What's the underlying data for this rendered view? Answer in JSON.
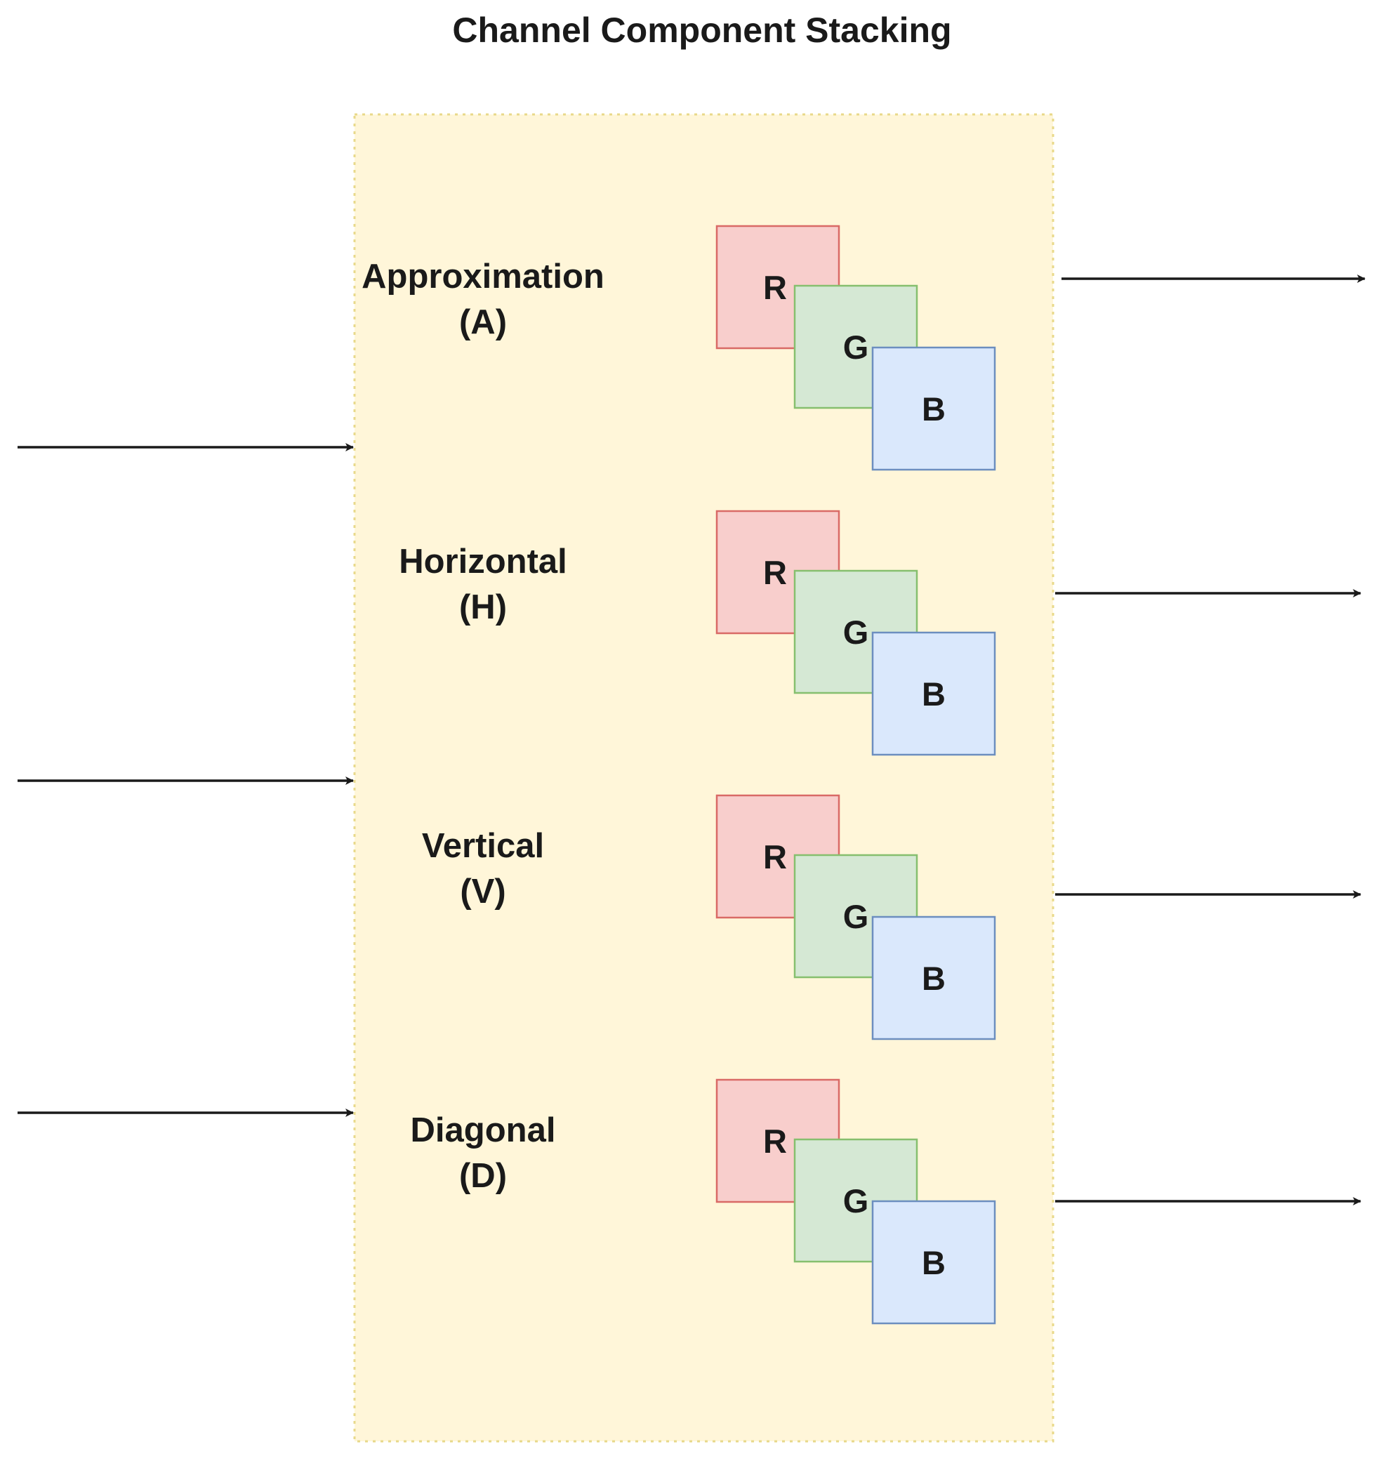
{
  "title": "Channel Component Stacking",
  "colors": {
    "panel_fill": "#fff6d9",
    "panel_border": "#e8d98a",
    "arrow": "#1a1a1a",
    "red_fill": "#f8cecc",
    "red_border": "#d96a66",
    "green_fill": "#d5e8d4",
    "green_border": "#86bf6e",
    "blue_fill": "#dae8fc",
    "blue_border": "#6c8ebf"
  },
  "components": [
    {
      "name": "Approximation",
      "abbr": "(A)"
    },
    {
      "name": "Horizontal",
      "abbr": "(H)"
    },
    {
      "name": "Vertical",
      "abbr": "(V)"
    },
    {
      "name": "Diagonal",
      "abbr": "(D)"
    }
  ],
  "channels": [
    "R",
    "G",
    "B"
  ],
  "input_arrow_count": 3,
  "output_arrow_count": 4
}
